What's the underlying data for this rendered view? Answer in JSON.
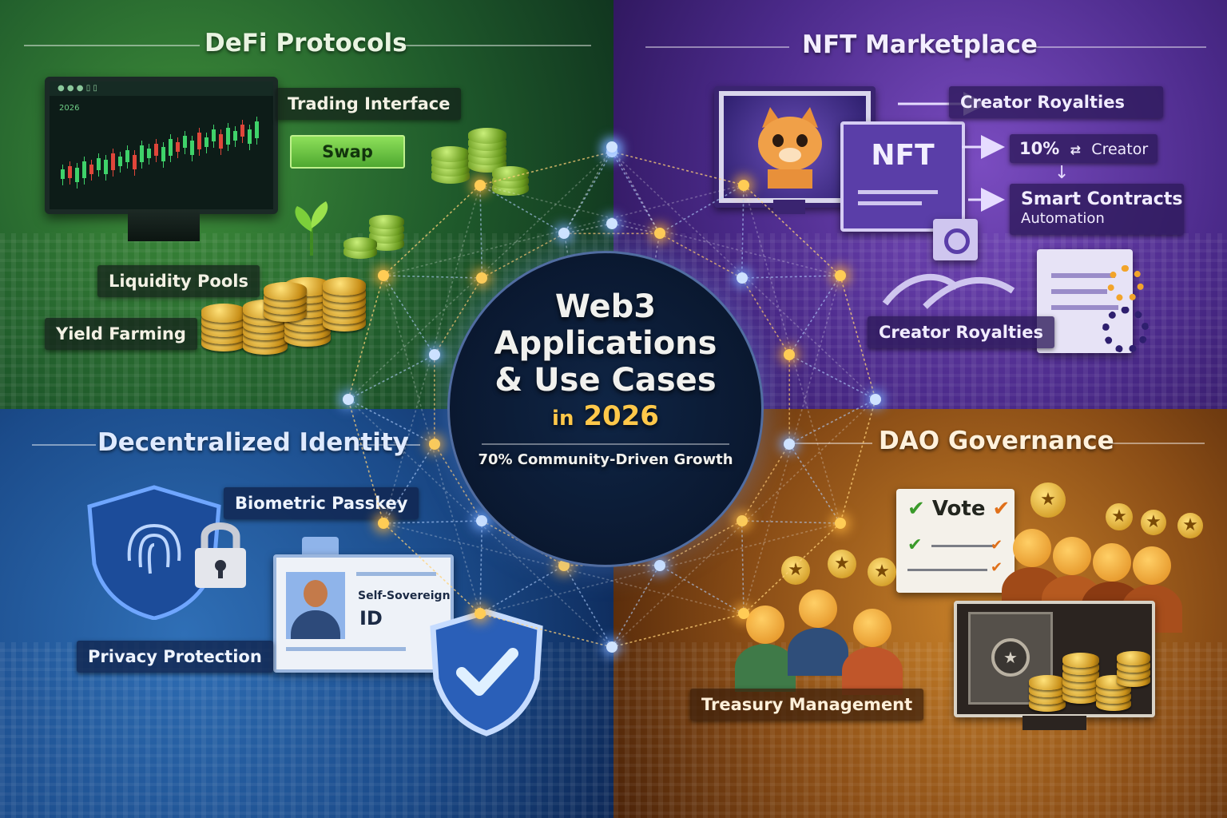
{
  "center": {
    "title_line1": "Web3",
    "title_line2": "Applications",
    "title_line3": "& Use Cases",
    "title_in": "in",
    "title_year": "2026",
    "subtitle": "70% Community-Driven Growth"
  },
  "defi": {
    "title": "DeFi Protocols",
    "trading_label": "Trading Interface",
    "swap_button": "Swap",
    "liquidity_label": "Liquidity Pools",
    "yield_label": "Yield Farming",
    "monitor_tag": "2026"
  },
  "nft": {
    "title": "NFT Marketplace",
    "royalties_top": "Creator Royalties",
    "nft_card": "NFT",
    "royalty_percent": "10%",
    "royalty_creator": "Creator",
    "smart_contracts": "Smart Contracts",
    "automation": "Automation",
    "royalties_bottom": "Creator Royalties"
  },
  "identity": {
    "title": "Decentralized Identity",
    "biometric": "Biometric Passkey",
    "self_sovereign": "Self-Sovereign",
    "id": "ID",
    "privacy": "Privacy Protection"
  },
  "dao": {
    "title": "DAO Governance",
    "vote": "Vote",
    "treasury": "Treasury Management"
  },
  "colors": {
    "defi": "#2f7a35",
    "nft": "#5b35a3",
    "identity": "#1f57a0",
    "dao": "#b06a1f",
    "node_gold": "#ffcc55",
    "node_blue": "#cfe3ff"
  }
}
